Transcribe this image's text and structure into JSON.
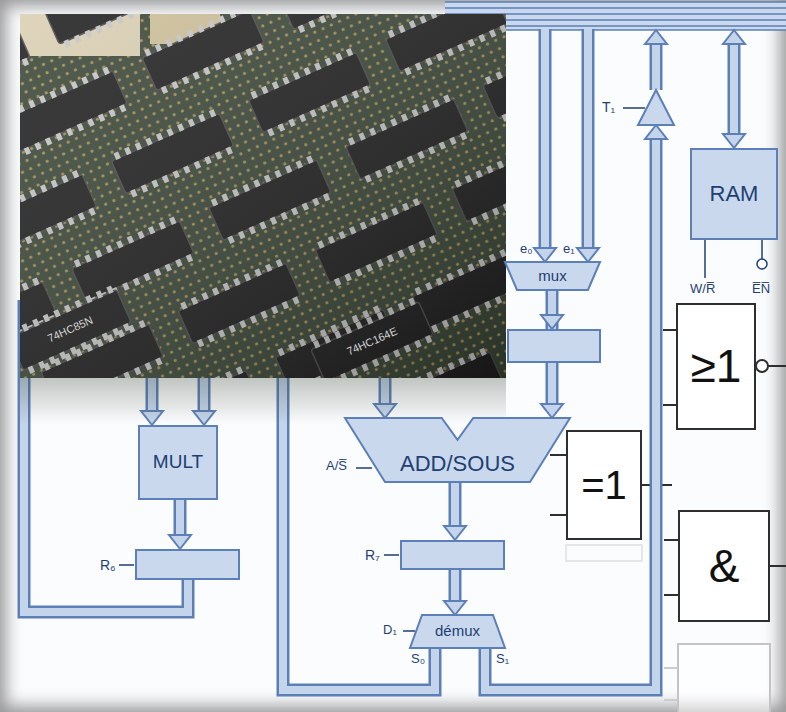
{
  "diagram": {
    "nodes": [
      {
        "text": [
          "T₁"
        ]
      },
      {
        "text": [
          "RAM"
        ]
      },
      {
        "text": [
          "mux"
        ]
      },
      {
        "text": [
          "≥1"
        ]
      },
      {
        "text": [
          "MULT"
        ]
      },
      {
        "text": [
          "ADD/SOUS"
        ]
      },
      {
        "text": [
          "=1"
        ]
      },
      {
        "text": [
          "R₆"
        ]
      },
      {
        "text": [
          "R₇"
        ]
      },
      {
        "text": [
          "&"
        ]
      },
      {
        "text": [
          "démux"
        ]
      }
    ],
    "edges": [
      {
        "from": 2,
        "to": 5,
        "arrow": "to"
      },
      {
        "from": 5,
        "to": 8,
        "arrow": "to"
      },
      {
        "from": 8,
        "to": 10,
        "arrow": "to"
      },
      {
        "from": 4,
        "to": 7,
        "arrow": "to"
      },
      {
        "from": 10,
        "to": 0,
        "arrow": "to"
      }
    ],
    "labels": [
      "W/R̅",
      "E̅N̅",
      "e₀",
      "e₁",
      "A/S̅",
      "D₁",
      "S₀",
      "S₁",
      "74HC85N",
      "74HC164E"
    ]
  }
}
